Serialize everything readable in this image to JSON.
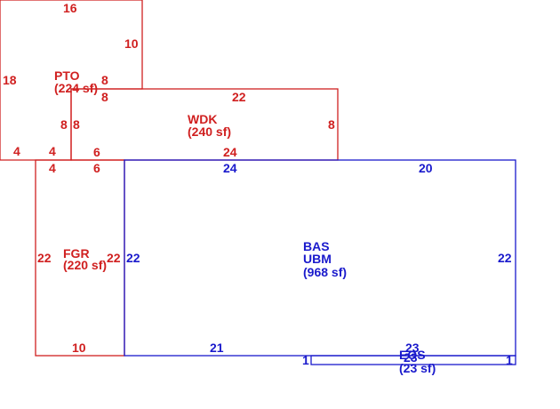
{
  "colors": {
    "addition": "#d02020",
    "base": "#1a1acc",
    "background": "#ffffff"
  },
  "areas": {
    "pto": {
      "code": "PTO",
      "area": "(224 sf)"
    },
    "wdk": {
      "code": "WDK",
      "area": "(240 sf)"
    },
    "fgr": {
      "code": "FGR",
      "area": "(220 sf)"
    },
    "bas": {
      "code": "BAS",
      "subcode": "UBM",
      "area": "(968 sf)"
    },
    "eos": {
      "code": "EOS",
      "area": "(23 sf)"
    }
  },
  "dimensions": {
    "pto_top": "16",
    "pto_right": "10",
    "pto_left": "18",
    "pto_right_lower": "8",
    "pto_step": "8",
    "pto_inner": "8",
    "pto_bottom_left": "4",
    "pto_bottom_right": "4",
    "wdk_top": "22",
    "wdk_right": "8",
    "wdk_left": "8",
    "wdk_bottom": "24",
    "fgr_top_left": "4",
    "fgr_top_right": "6",
    "fgr_left": "22",
    "fgr_right": "22",
    "fgr_bottom": "10",
    "step_top": "6",
    "bas_top_left": "24",
    "bas_top_right": "20",
    "bas_left": "22",
    "bas_right": "22",
    "bas_bottom": "21",
    "eos_top": "23",
    "eos_left": "1",
    "eos_right": "1",
    "eos_bottom": "23"
  }
}
